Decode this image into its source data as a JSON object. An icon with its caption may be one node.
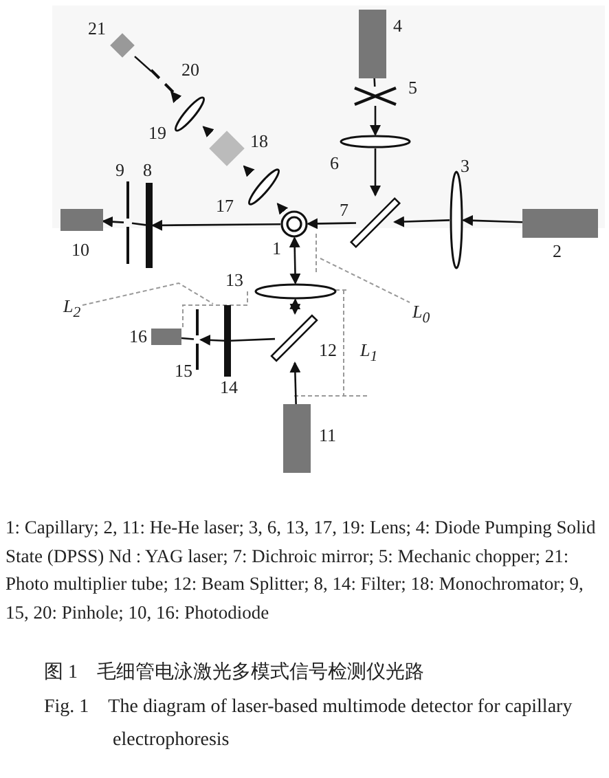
{
  "diagram": {
    "caption": "图 1　毛细管电泳激光多模式信号检测仪光路",
    "nodes": [
      {
        "text": [],
        "shape": "circle",
        "beside": [
          "1"
        ]
      },
      {
        "text": [],
        "shape": "box",
        "beside": [
          "2"
        ]
      },
      {
        "text": [],
        "shape": "ellipse",
        "beside": [
          "3"
        ]
      },
      {
        "text": [],
        "shape": "box",
        "beside": [
          "4"
        ]
      },
      {
        "text": [],
        "shape": "cross",
        "beside": [
          "5"
        ]
      },
      {
        "text": [],
        "shape": "ellipse",
        "beside": [
          "6"
        ]
      },
      {
        "text": [],
        "shape": "bar",
        "beside": [
          "7"
        ]
      },
      {
        "text": [],
        "shape": "bar",
        "beside": [
          "8"
        ]
      },
      {
        "text": [],
        "shape": "slit",
        "beside": [
          "9"
        ]
      },
      {
        "text": [],
        "shape": "box",
        "beside": [
          "10"
        ]
      },
      {
        "text": [],
        "shape": "box",
        "beside": [
          "11"
        ]
      },
      {
        "text": [],
        "shape": "bar",
        "beside": [
          "12"
        ]
      },
      {
        "text": [],
        "shape": "ellipse",
        "beside": [
          "13"
        ]
      },
      {
        "text": [],
        "shape": "bar",
        "beside": [
          "14"
        ]
      },
      {
        "text": [],
        "shape": "slit",
        "beside": [
          "15"
        ]
      },
      {
        "text": [],
        "shape": "box",
        "beside": [
          "16"
        ]
      },
      {
        "text": [],
        "shape": "ellipse",
        "beside": [
          "17"
        ]
      },
      {
        "text": [],
        "shape": "box",
        "beside": [
          "18"
        ]
      },
      {
        "text": [],
        "shape": "ellipse",
        "beside": [
          "19"
        ]
      },
      {
        "text": [],
        "shape": "slit",
        "beside": [
          "20"
        ]
      },
      {
        "text": [],
        "shape": "box",
        "beside": [
          "21"
        ]
      }
    ],
    "edges": [
      {
        "from": 1,
        "to": 2,
        "arrow": "to"
      },
      {
        "from": 2,
        "to": 6,
        "arrow": "to"
      },
      {
        "from": 6,
        "to": 0,
        "arrow": "to"
      },
      {
        "from": 0,
        "to": 7,
        "arrow": "to"
      },
      {
        "from": 7,
        "to": 8,
        "arrow": "none"
      },
      {
        "from": 8,
        "to": 9,
        "arrow": "to"
      },
      {
        "from": 3,
        "to": 4,
        "arrow": "none"
      },
      {
        "from": 4,
        "to": 5,
        "arrow": "to"
      },
      {
        "from": 5,
        "to": 6,
        "arrow": "to"
      },
      {
        "from": 0,
        "to": 16,
        "arrow": "to"
      },
      {
        "from": 16,
        "to": 17,
        "arrow": "to"
      },
      {
        "from": 17,
        "to": 18,
        "arrow": "to"
      },
      {
        "from": 18,
        "to": 19,
        "arrow": "to"
      },
      {
        "from": 19,
        "to": 20,
        "arrow": "none"
      },
      {
        "from": 10,
        "to": 11,
        "arrow": "to"
      },
      {
        "from": 11,
        "to": 12,
        "arrow": "both"
      },
      {
        "from": 12,
        "to": 0,
        "arrow": "both"
      },
      {
        "from": 11,
        "to": 13,
        "arrow": "none"
      },
      {
        "from": 13,
        "to": 14,
        "arrow": "to"
      },
      {
        "from": 14,
        "to": 15,
        "arrow": "none"
      }
    ],
    "labels": [
      "L$_{0}$",
      "L$_{1}$",
      "L$_{2}$",
      "1: Capillary; 2, 11: He-He laser; 3, 6, 13, 17, 19: Lens; 4: Diode Pumping Solid State (DPSS) Nd : YAG laser; 7: Dichroic mirror; 5: Mechanic chopper; 21: Photo multiplier tube; 12: Beam Splitter; 8, 14: Filter; 18: Monochromator; 9, 15, 20: Pinhole; 10, 16: Photodiode",
      "Fig. 1　The diagram of laser-based multimode detector for capillary electrophoresis"
    ]
  }
}
